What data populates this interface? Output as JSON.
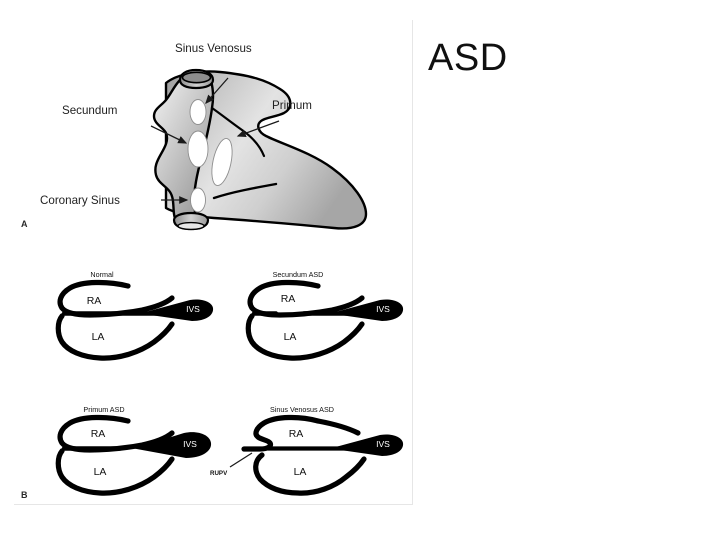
{
  "slide": {
    "title": "ASD",
    "background_color": "#ffffff"
  },
  "figure": {
    "panel_a": {
      "letter": "A",
      "caption_type": "anatomic-view-right-atrial-septal-surface",
      "callouts": [
        {
          "label": "Sinus Venosus",
          "anchor": "top"
        },
        {
          "label": "Secundum",
          "anchor": "left-middle"
        },
        {
          "label": "Primum",
          "anchor": "right"
        },
        {
          "label": "Coronary Sinus",
          "anchor": "left-lower"
        }
      ],
      "defects": [
        "Sinus Venosus",
        "Secundum",
        "Primum",
        "Coronary Sinus"
      ],
      "shading": {
        "light": "#f2f2f2",
        "mid": "#c9c9c9",
        "dark": "#8a8a8a"
      }
    },
    "panel_b": {
      "letter": "B",
      "diagrams": [
        {
          "title": "Normal",
          "chambers": [
            "RA",
            "LA"
          ],
          "septum_label": "IVS",
          "extra_labels": []
        },
        {
          "title": "Secundum ASD",
          "chambers": [
            "RA",
            "LA"
          ],
          "septum_label": "IVS",
          "extra_labels": []
        },
        {
          "title": "Primum ASD",
          "chambers": [
            "RA",
            "LA"
          ],
          "septum_label": "IVS",
          "extra_labels": []
        },
        {
          "title": "Sinus Venosus ASD",
          "chambers": [
            "RA",
            "LA"
          ],
          "septum_label": "IVS",
          "extra_labels": [
            "RUPV"
          ]
        }
      ]
    }
  },
  "colors": {
    "ink": "#000000",
    "panel_border": "#e6e6e6",
    "title_text": "#101010"
  }
}
